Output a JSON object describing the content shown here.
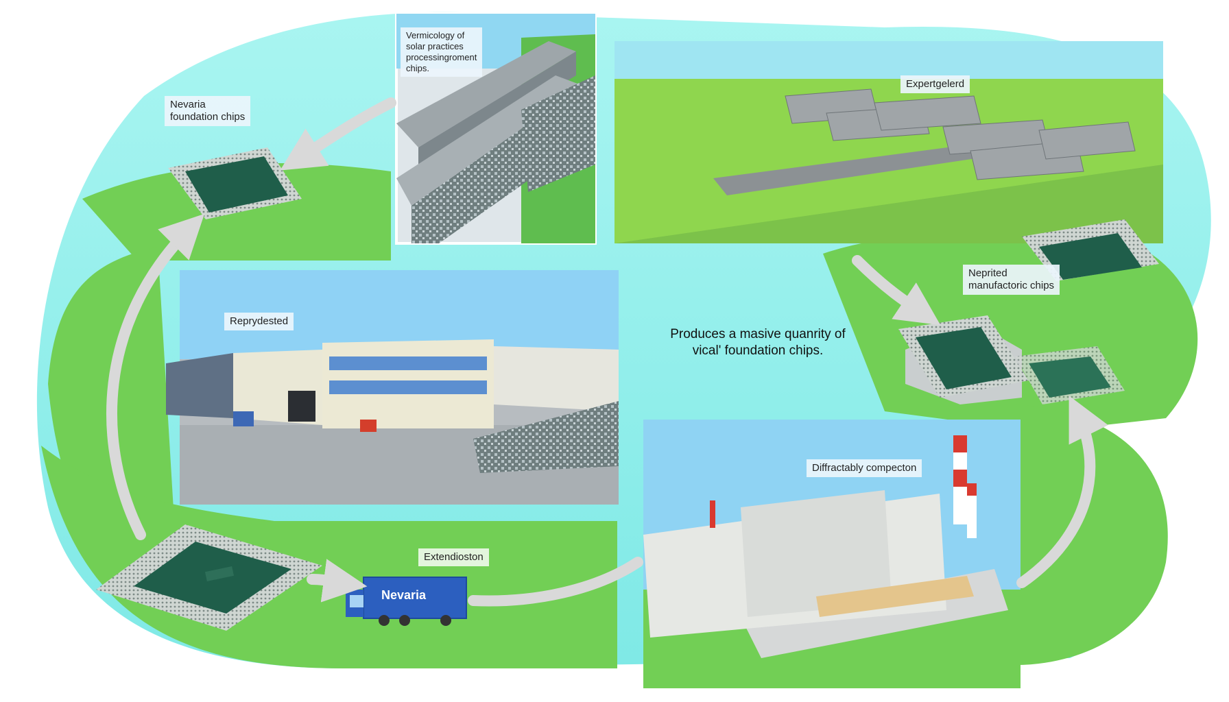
{
  "labels": {
    "top_left_chip": "Nevaria\nfoundation chips",
    "top_middle_panel": "Vermicology of\nsolar practices\nprocessingroment\nchips.",
    "top_right_panel": "Expertgelerd",
    "right_chip": "Neprited\nmanufactoric chips",
    "middle_factory": "Reprydested",
    "bottom_right_plant": "Diffractably compecton",
    "truck_area": "Extendioston",
    "truck_brand": "Nevaria"
  },
  "caption": "Produces a masive quanrity of\nvical' foundation chips.",
  "colors": {
    "sky": "#8ff0ec",
    "grass": "#72cf55",
    "arrow": "#d9d9d9",
    "chip": "#1f5e4a",
    "truck": "#2c5fbf",
    "building": "#eceeee",
    "stack_red": "#d93a30"
  },
  "icons": [
    "chip-icon",
    "truck-icon",
    "factory-icon",
    "smokestack-icon",
    "tree-icon",
    "arrow-icon"
  ]
}
